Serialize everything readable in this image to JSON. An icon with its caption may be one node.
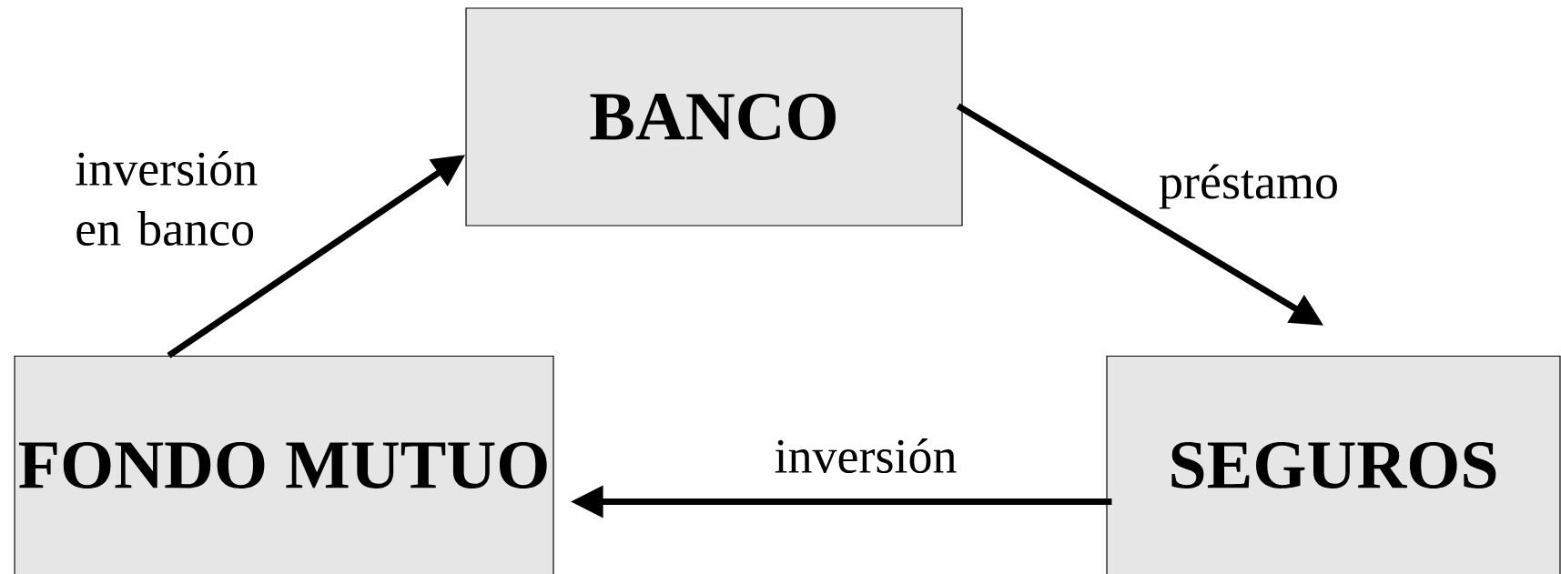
{
  "diagram": {
    "nodes": [
      {
        "text": [
          "BANCO"
        ]
      },
      {
        "text": [
          "FONDO MUTUO"
        ]
      },
      {
        "text": [
          "SEGUROS"
        ]
      }
    ],
    "edges": [
      {
        "from": 1,
        "to": 0,
        "arrow": "to",
        "label": "inversión en banco"
      },
      {
        "from": 0,
        "to": 2,
        "arrow": "to",
        "label": "préstamo"
      },
      {
        "from": 2,
        "to": 1,
        "arrow": "to",
        "label": "inversión"
      }
    ]
  }
}
